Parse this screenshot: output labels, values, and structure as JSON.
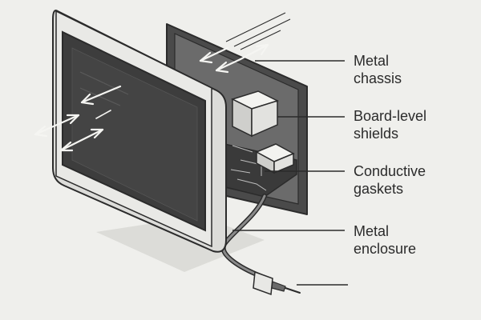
{
  "labels": [
    {
      "line1": "Metal",
      "line2": "chassis"
    },
    {
      "line1": "Board-level",
      "line2": "shields"
    },
    {
      "line1": "Conductive",
      "line2": "gaskets"
    },
    {
      "line1": "Metal",
      "line2": "enclosure"
    }
  ],
  "colors": {
    "background": "#efefec",
    "screen": "#3d3d3d",
    "bezel": "#e4e4e1",
    "chassis": "#5a5a5a",
    "shield": "#e6e6e3",
    "ink": "#2b2b2b"
  }
}
